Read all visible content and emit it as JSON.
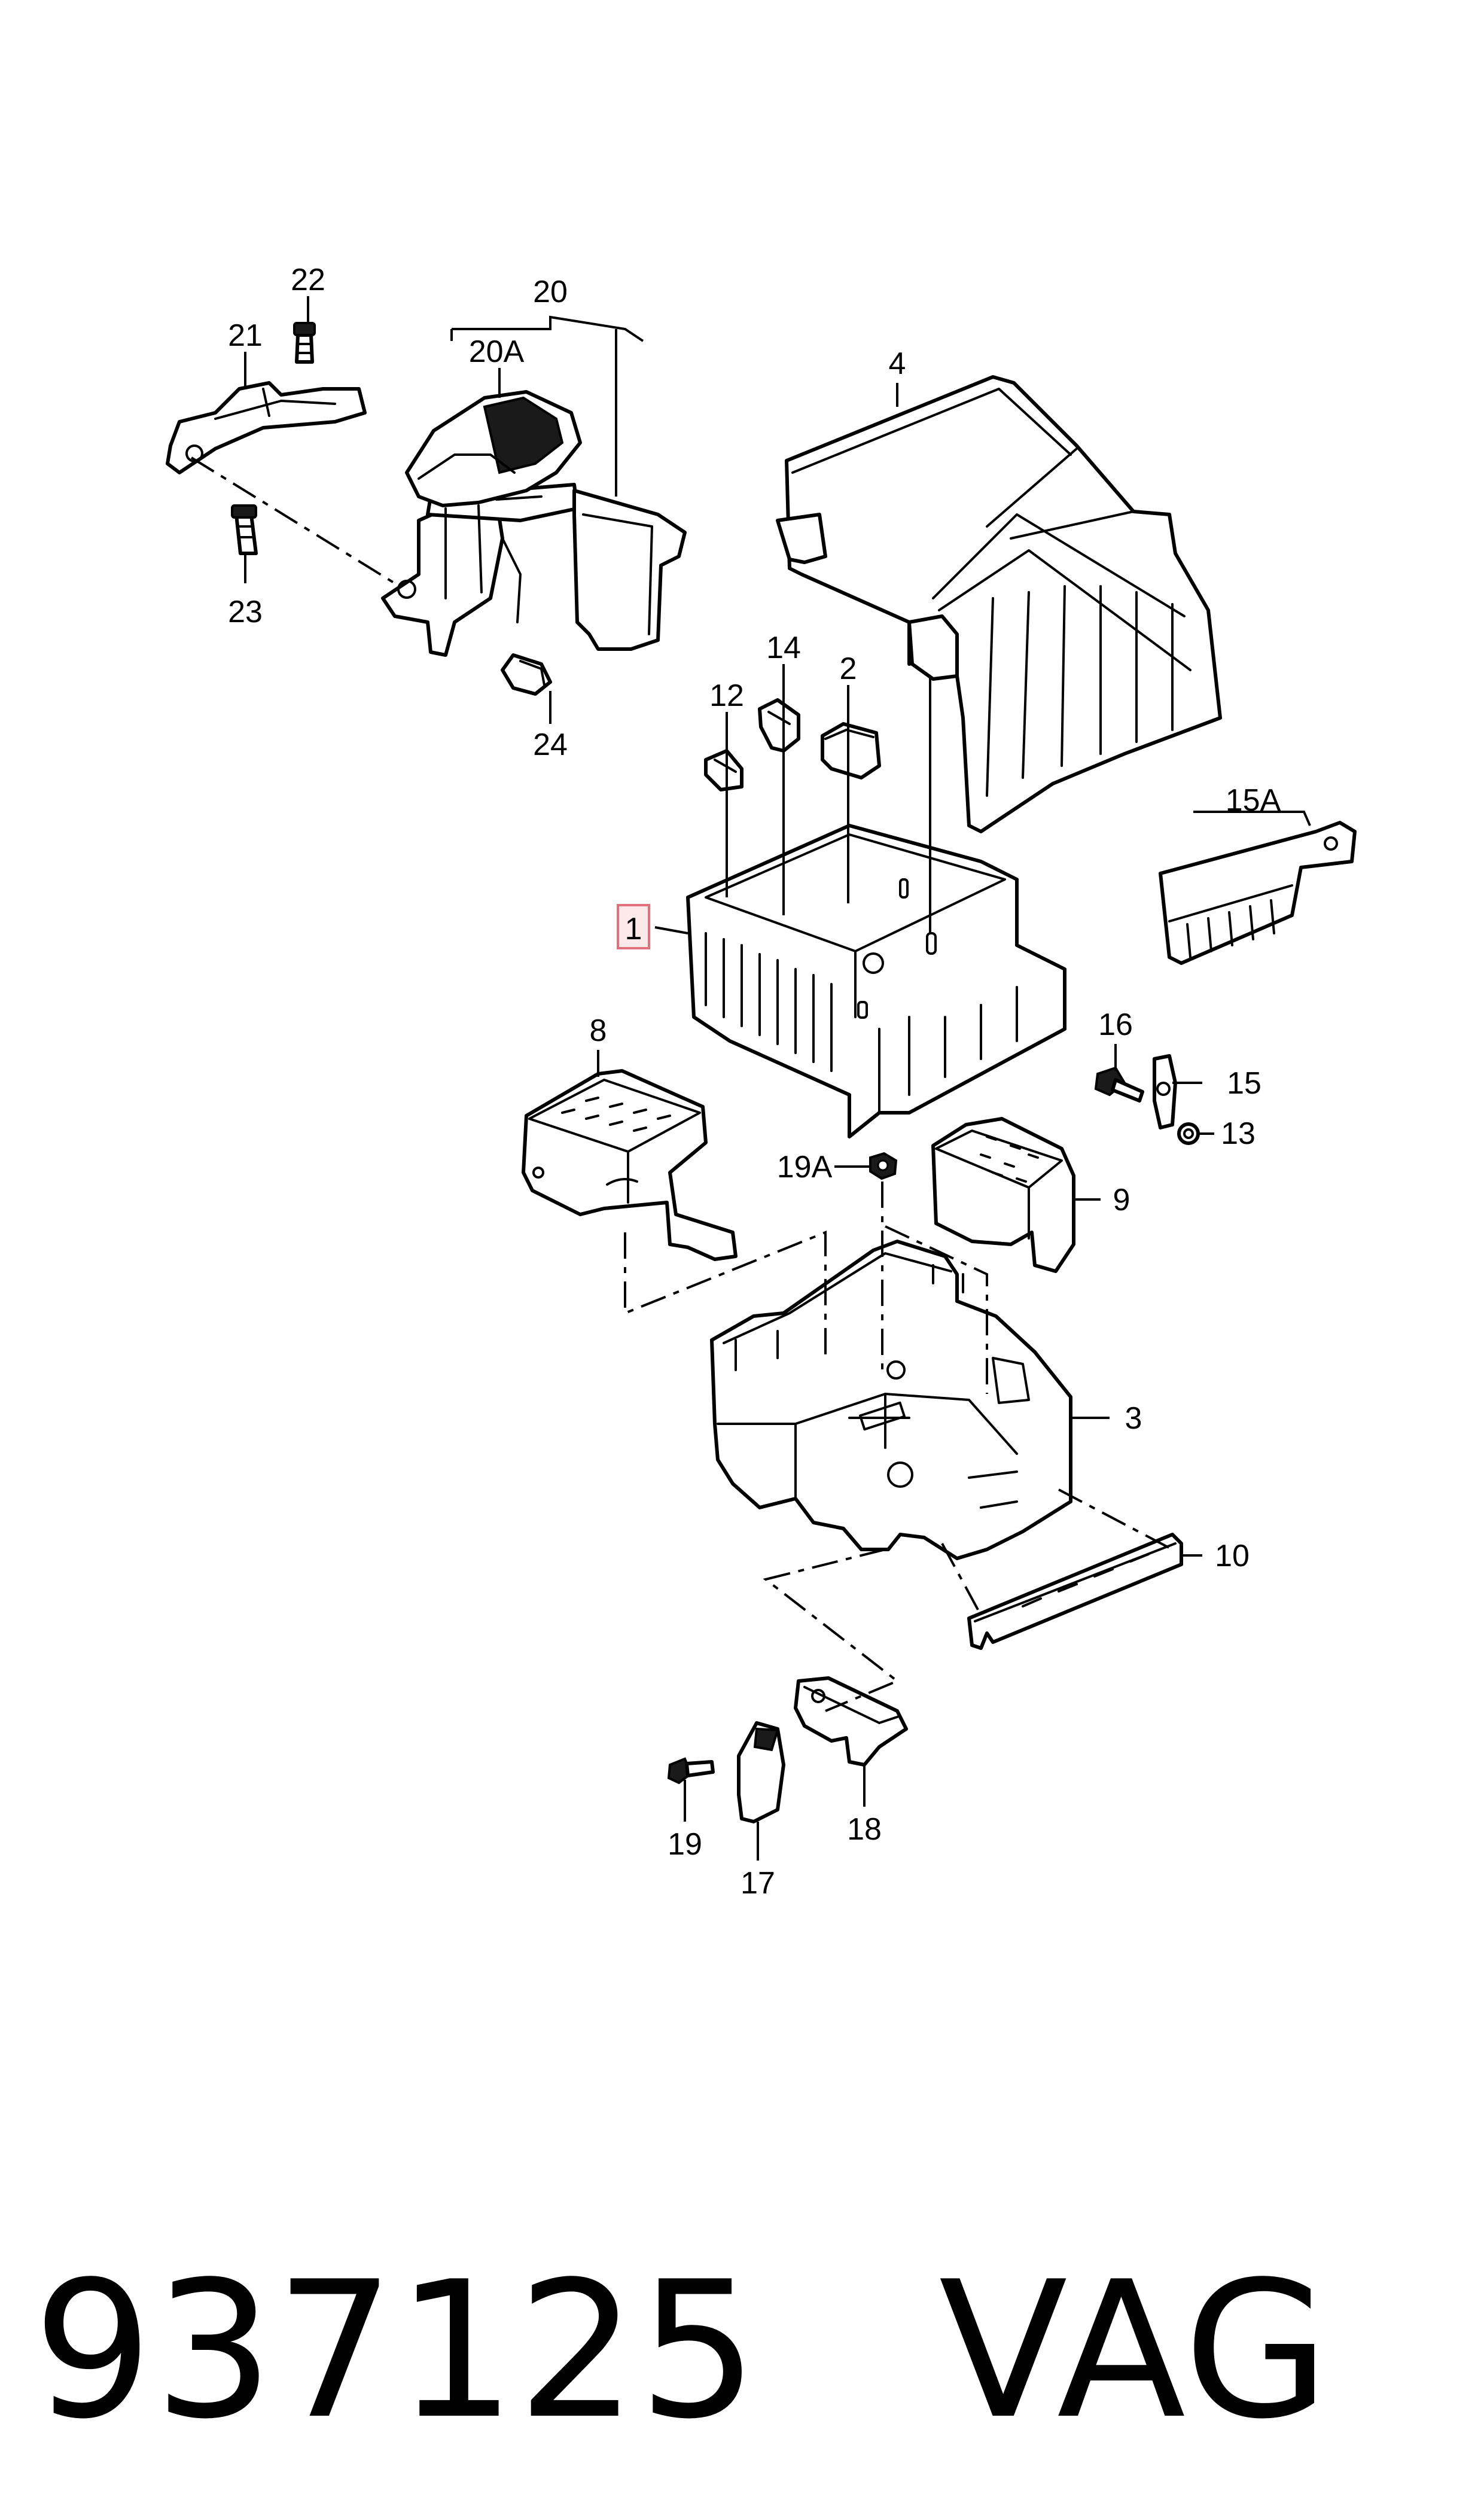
{
  "callouts": {
    "c1": "1",
    "c2": "2",
    "c3": "3",
    "c4": "4",
    "c8": "8",
    "c9": "9",
    "c10": "10",
    "c12": "12",
    "c13": "13",
    "c14": "14",
    "c15": "15",
    "c15a": "15A",
    "c16": "16",
    "c17": "17",
    "c18": "18",
    "c19": "19",
    "c19a": "19A",
    "c20": "20",
    "c20a": "20A",
    "c21": "21",
    "c22": "22",
    "c23": "23",
    "c24": "24"
  },
  "highlighted_callout": "1",
  "caption": {
    "part_number": "937125",
    "brand": "VAG"
  }
}
